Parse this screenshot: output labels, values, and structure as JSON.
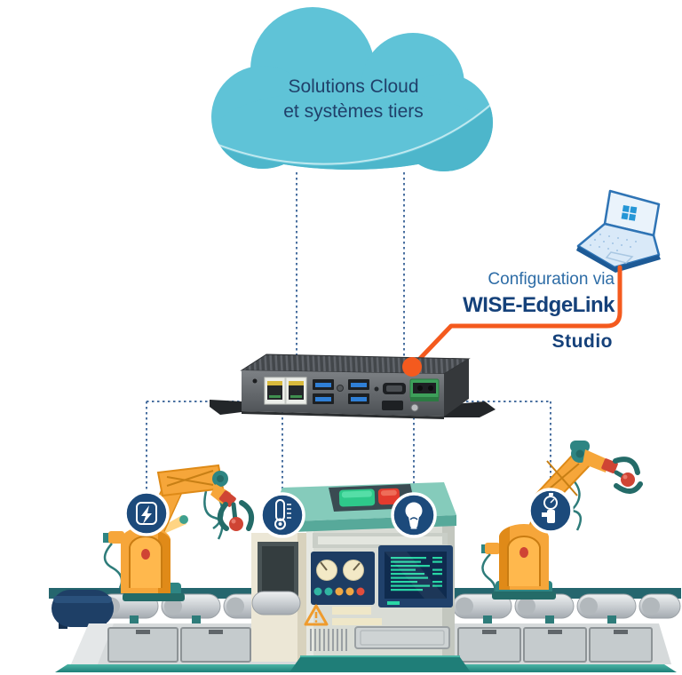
{
  "diagram": {
    "cloud": {
      "line1": "Solutions Cloud",
      "line2": "et systèmes tiers"
    },
    "callout": {
      "prefix": "Configuration via",
      "brand": "WISE-EdgeLink",
      "suffix": "Studio"
    },
    "badges": [
      {
        "name": "energy",
        "icon": "lightning-bolt-icon"
      },
      {
        "name": "temperature",
        "icon": "thermometer-icon"
      },
      {
        "name": "lighting",
        "icon": "light-bulb-icon"
      },
      {
        "name": "pressure",
        "icon": "pressure-gauge-icon"
      }
    ],
    "colors": {
      "cloud_teal": "#5fc3d7",
      "cloud_teal_dark": "#4db6cb",
      "navy": "#20406a",
      "link_blue": "#2d6ca6",
      "brand_blue": "#15417a",
      "accent_orange": "#f45a1e",
      "badge_navy": "#1c4a7b",
      "dashed_line": "#4a70a0",
      "robot_orange": "#f6a63a",
      "machine_teal": "#7cc7b6",
      "conveyor_teal": "#2e8583"
    }
  }
}
